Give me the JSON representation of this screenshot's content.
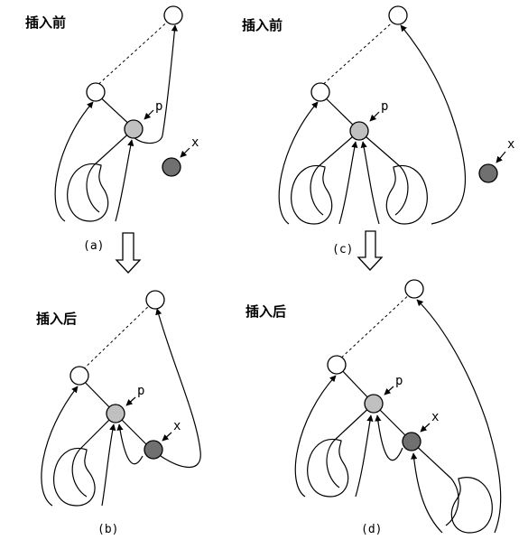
{
  "panels": {
    "a": {
      "heading": "插入前",
      "sub": "(a)"
    },
    "b": {
      "heading": "插入后",
      "sub": "(b)"
    },
    "c": {
      "heading": "插入前",
      "sub": "(c)"
    },
    "d": {
      "heading": "插入后",
      "sub": "(d)"
    }
  },
  "labels": {
    "p": "p",
    "x": "x"
  }
}
